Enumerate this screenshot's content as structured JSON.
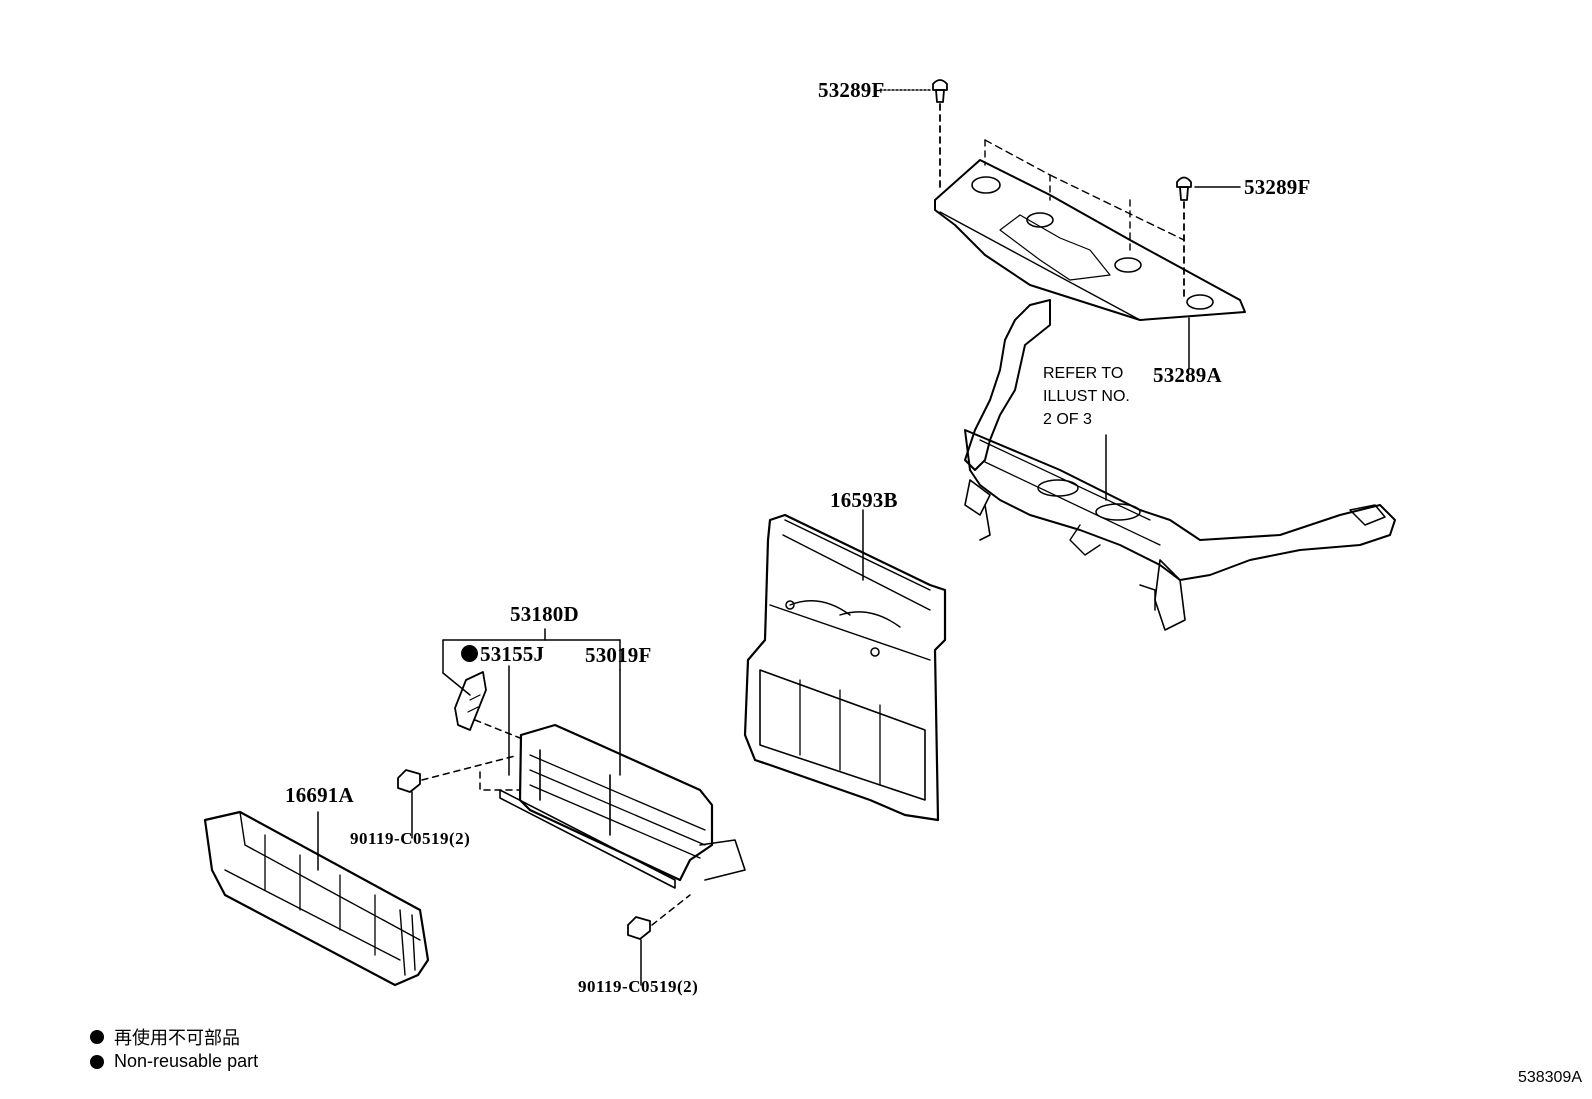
{
  "labels": {
    "p53289F_top": "53289F",
    "p53289F_right": "53289F",
    "p53289A": "53289A",
    "p16593B": "16593B",
    "p53180D": "53180D",
    "p53155J": "53155J",
    "p53019F": "53019F",
    "p16691A": "16691A",
    "p90119_upper": "90119-C0519(2)",
    "p90119_lower": "90119-C0519(2)"
  },
  "refer_note": {
    "line1": "REFER TO",
    "line2": "ILLUST NO.",
    "line3": "2 OF 3"
  },
  "legend": {
    "japanese": "再使用不可部品",
    "english": "Non-reusable part"
  },
  "illustration_id": "538309A"
}
